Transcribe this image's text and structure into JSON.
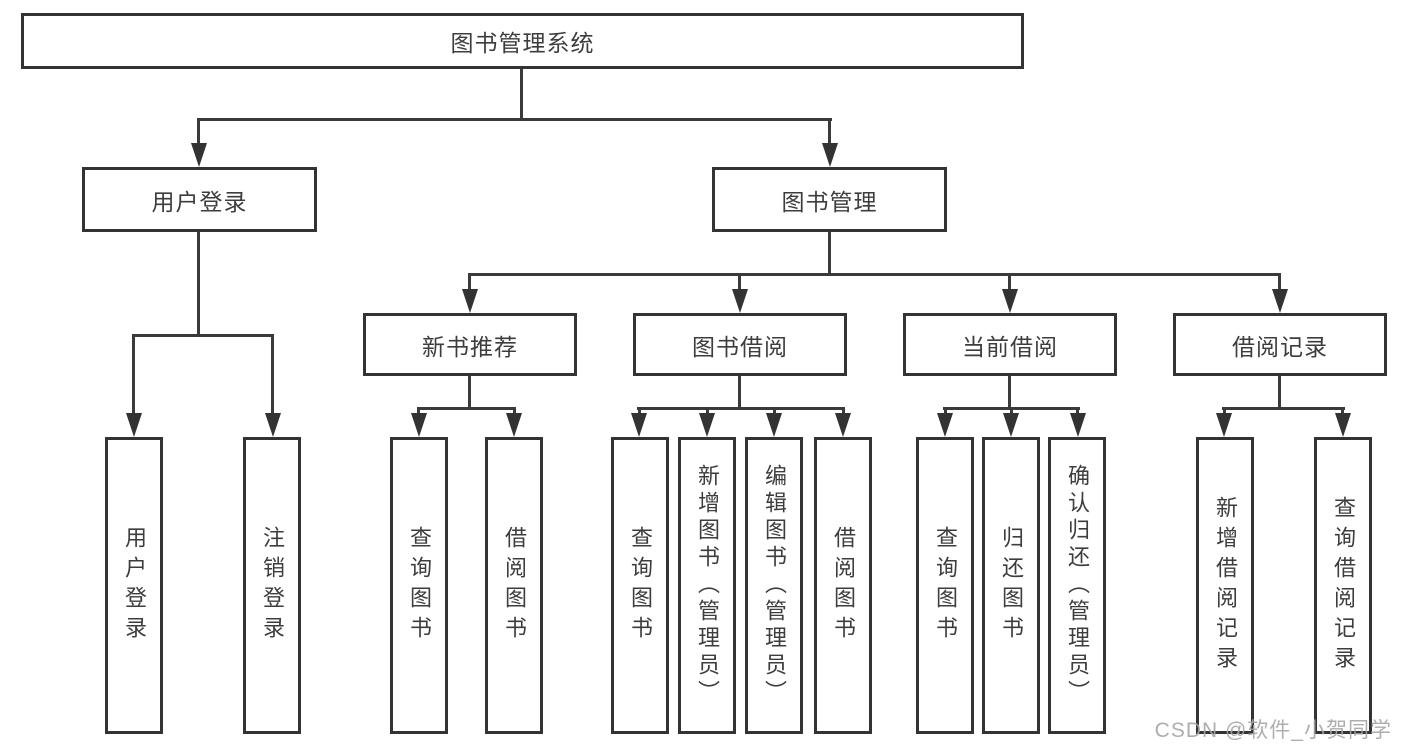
{
  "nodes": {
    "root": "图书管理系统",
    "user_login": "用户登录",
    "book_mgmt": "图书管理",
    "new_book_rec": "新书推荐",
    "book_borrow": "图书借阅",
    "current_borrow": "当前借阅",
    "borrow_records": "借阅记录",
    "leaf_user_login": "用户登录",
    "leaf_logout": "注销登录",
    "leaf_rec_query_book": "查询图书",
    "leaf_rec_borrow_book": "借阅图书",
    "leaf_bb_query_book": "查询图书",
    "leaf_bb_add_book": "新增图书（管理员）",
    "leaf_bb_edit_book": "编辑图书（管理员）",
    "leaf_bb_borrow_book": "借阅图书",
    "leaf_cb_query_book": "查询图书",
    "leaf_cb_return_book": "归还图书",
    "leaf_cb_confirm_return": "确认归还（管理员）",
    "leaf_br_add_record": "新增借阅记录",
    "leaf_br_query_record": "查询借阅记录"
  },
  "watermark": "CSDN @软件_小贺同学",
  "colors": {
    "border": "#333333",
    "line": "#3a3a3a",
    "text": "#3d3d3d",
    "watermark": "#a5a5a5",
    "background": "#ffffff"
  }
}
